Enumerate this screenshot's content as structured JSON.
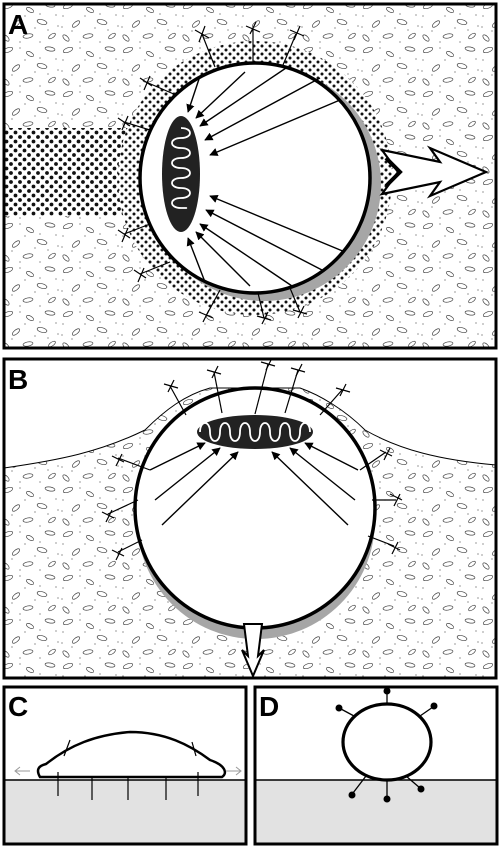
{
  "panels": [
    {
      "key": "A",
      "label": "A"
    },
    {
      "key": "B",
      "label": "B"
    },
    {
      "key": "C",
      "label": "C"
    },
    {
      "key": "D",
      "label": "D"
    }
  ],
  "colors": {
    "ink": "#000000",
    "paper": "#ffffff",
    "shadow": "#a6a6a6",
    "substrate_gray": "#e2e2e2",
    "ellipse_fill": "#222222",
    "dot_texture": "#111111"
  }
}
